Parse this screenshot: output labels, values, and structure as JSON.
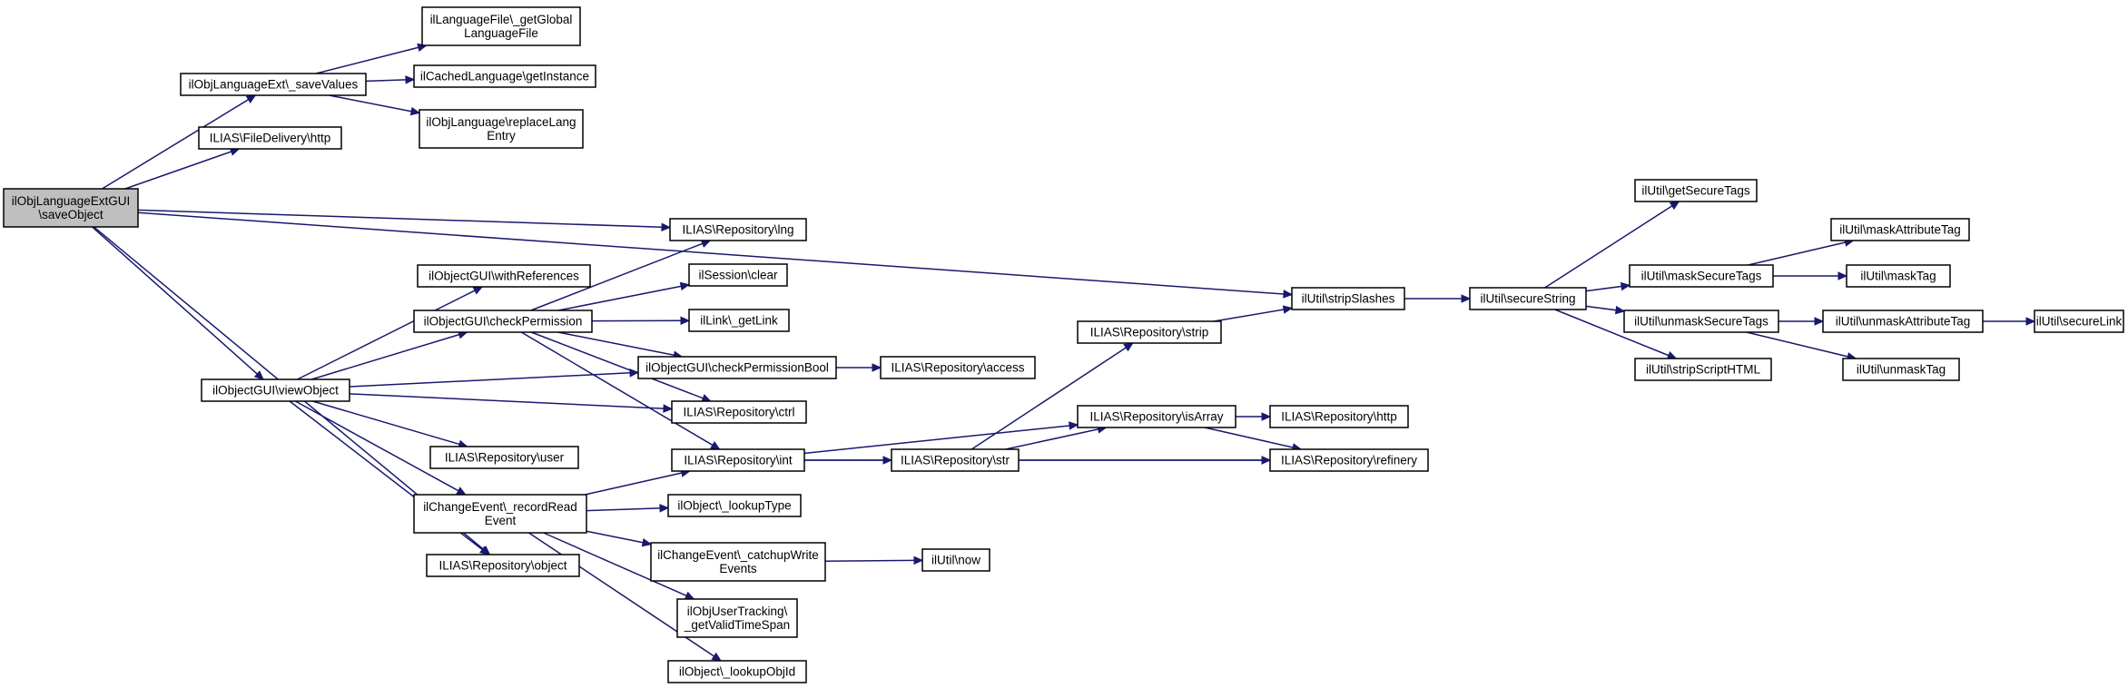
{
  "graph": {
    "root": "n_root",
    "colors": {
      "edge": "#191970",
      "node_fill": "#ffffff",
      "root_fill": "#bfbfbf",
      "border": "#000000"
    },
    "nodes": [
      {
        "id": "n_root",
        "lines": [
          "ilObjLanguageExtGUI",
          "\\saveObject"
        ],
        "root": true
      },
      {
        "id": "n_saveValues",
        "lines": [
          "ilObjLanguageExt\\_saveValues"
        ]
      },
      {
        "id": "n_fdhttp",
        "lines": [
          "ILIAS\\FileDelivery\\http"
        ]
      },
      {
        "id": "n_getGlobal",
        "lines": [
          "ilLanguageFile\\_getGlobal",
          "LanguageFile"
        ]
      },
      {
        "id": "n_cached",
        "lines": [
          "ilCachedLanguage\\getInstance"
        ]
      },
      {
        "id": "n_replace",
        "lines": [
          "ilObjLanguage\\replaceLang",
          "Entry"
        ]
      },
      {
        "id": "n_viewObject",
        "lines": [
          "ilObjectGUI\\viewObject"
        ]
      },
      {
        "id": "n_withRefs",
        "lines": [
          "ilObjectGUI\\withReferences"
        ]
      },
      {
        "id": "n_checkPerm",
        "lines": [
          "ilObjectGUI\\checkPermission"
        ]
      },
      {
        "id": "n_user",
        "lines": [
          "ILIAS\\Repository\\user"
        ]
      },
      {
        "id": "n_recordRead",
        "lines": [
          "ilChangeEvent\\_recordRead",
          "Event"
        ]
      },
      {
        "id": "n_object",
        "lines": [
          "ILIAS\\Repository\\object"
        ]
      },
      {
        "id": "n_lng",
        "lines": [
          "ILIAS\\Repository\\lng"
        ]
      },
      {
        "id": "n_sessClear",
        "lines": [
          "ilSession\\clear"
        ]
      },
      {
        "id": "n_getLink",
        "lines": [
          "ilLink\\_getLink"
        ]
      },
      {
        "id": "n_cpBool",
        "lines": [
          "ilObjectGUI\\checkPermissionBool"
        ]
      },
      {
        "id": "n_ctrl",
        "lines": [
          "ILIAS\\Repository\\ctrl"
        ]
      },
      {
        "id": "n_int",
        "lines": [
          "ILIAS\\Repository\\int"
        ]
      },
      {
        "id": "n_lookupType",
        "lines": [
          "ilObject\\_lookupType"
        ]
      },
      {
        "id": "n_catchup",
        "lines": [
          "ilChangeEvent\\_catchupWrite",
          "Events"
        ]
      },
      {
        "id": "n_validTime",
        "lines": [
          "ilObjUserTracking\\",
          "_getValidTimeSpan"
        ]
      },
      {
        "id": "n_lookupObjId",
        "lines": [
          "ilObject\\_lookupObjId"
        ]
      },
      {
        "id": "n_access",
        "lines": [
          "ILIAS\\Repository\\access"
        ]
      },
      {
        "id": "n_repStr",
        "lines": [
          "ILIAS\\Repository\\str"
        ]
      },
      {
        "id": "n_now",
        "lines": [
          "ilUtil\\now"
        ]
      },
      {
        "id": "n_strip",
        "lines": [
          "ILIAS\\Repository\\strip"
        ]
      },
      {
        "id": "n_isArray",
        "lines": [
          "ILIAS\\Repository\\isArray"
        ]
      },
      {
        "id": "n_refinery",
        "lines": [
          "ILIAS\\Repository\\refinery"
        ]
      },
      {
        "id": "n_repHttp",
        "lines": [
          "ILIAS\\Repository\\http"
        ]
      },
      {
        "id": "n_stripSlashes",
        "lines": [
          "ilUtil\\stripSlashes"
        ]
      },
      {
        "id": "n_secureString",
        "lines": [
          "ilUtil\\secureString"
        ]
      },
      {
        "id": "n_getSecureTags",
        "lines": [
          "ilUtil\\getSecureTags"
        ]
      },
      {
        "id": "n_maskSecureTags",
        "lines": [
          "ilUtil\\maskSecureTags"
        ]
      },
      {
        "id": "n_unmaskSecureTags",
        "lines": [
          "ilUtil\\unmaskSecureTags"
        ]
      },
      {
        "id": "n_stripScript",
        "lines": [
          "ilUtil\\stripScriptHTML"
        ]
      },
      {
        "id": "n_maskAttr",
        "lines": [
          "ilUtil\\maskAttributeTag"
        ]
      },
      {
        "id": "n_maskTag",
        "lines": [
          "ilUtil\\maskTag"
        ]
      },
      {
        "id": "n_unmaskAttr",
        "lines": [
          "ilUtil\\unmaskAttributeTag"
        ]
      },
      {
        "id": "n_unmaskTag",
        "lines": [
          "ilUtil\\unmaskTag"
        ]
      },
      {
        "id": "n_secureLink",
        "lines": [
          "ilUtil\\secureLink"
        ]
      }
    ],
    "edges": [
      [
        "n_root",
        "n_saveValues"
      ],
      [
        "n_root",
        "n_fdhttp"
      ],
      [
        "n_root",
        "n_stripSlashes"
      ],
      [
        "n_root",
        "n_lng"
      ],
      [
        "n_root",
        "n_viewObject"
      ],
      [
        "n_root",
        "n_object"
      ],
      [
        "n_saveValues",
        "n_getGlobal"
      ],
      [
        "n_saveValues",
        "n_cached"
      ],
      [
        "n_saveValues",
        "n_replace"
      ],
      [
        "n_viewObject",
        "n_withRefs"
      ],
      [
        "n_viewObject",
        "n_checkPerm"
      ],
      [
        "n_viewObject",
        "n_cpBool"
      ],
      [
        "n_viewObject",
        "n_ctrl"
      ],
      [
        "n_viewObject",
        "n_user"
      ],
      [
        "n_viewObject",
        "n_recordRead"
      ],
      [
        "n_viewObject",
        "n_object"
      ],
      [
        "n_checkPerm",
        "n_lng"
      ],
      [
        "n_checkPerm",
        "n_sessClear"
      ],
      [
        "n_checkPerm",
        "n_getLink"
      ],
      [
        "n_checkPerm",
        "n_cpBool"
      ],
      [
        "n_checkPerm",
        "n_ctrl"
      ],
      [
        "n_checkPerm",
        "n_int"
      ],
      [
        "n_cpBool",
        "n_access"
      ],
      [
        "n_recordRead",
        "n_int"
      ],
      [
        "n_recordRead",
        "n_lookupType"
      ],
      [
        "n_recordRead",
        "n_catchup"
      ],
      [
        "n_recordRead",
        "n_validTime"
      ],
      [
        "n_recordRead",
        "n_lookupObjId"
      ],
      [
        "n_catchup",
        "n_now"
      ],
      [
        "n_int",
        "n_repStr"
      ],
      [
        "n_int",
        "n_isArray"
      ],
      [
        "n_int",
        "n_refinery"
      ],
      [
        "n_repStr",
        "n_strip"
      ],
      [
        "n_repStr",
        "n_isArray"
      ],
      [
        "n_repStr",
        "n_refinery"
      ],
      [
        "n_strip",
        "n_stripSlashes"
      ],
      [
        "n_isArray",
        "n_repHttp"
      ],
      [
        "n_isArray",
        "n_refinery"
      ],
      [
        "n_stripSlashes",
        "n_secureString"
      ],
      [
        "n_secureString",
        "n_getSecureTags"
      ],
      [
        "n_secureString",
        "n_maskSecureTags"
      ],
      [
        "n_secureString",
        "n_unmaskSecureTags"
      ],
      [
        "n_secureString",
        "n_stripScript"
      ],
      [
        "n_maskSecureTags",
        "n_maskAttr"
      ],
      [
        "n_maskSecureTags",
        "n_maskTag"
      ],
      [
        "n_unmaskSecureTags",
        "n_unmaskAttr"
      ],
      [
        "n_unmaskSecureTags",
        "n_unmaskTag"
      ],
      [
        "n_unmaskAttr",
        "n_secureLink"
      ]
    ]
  }
}
